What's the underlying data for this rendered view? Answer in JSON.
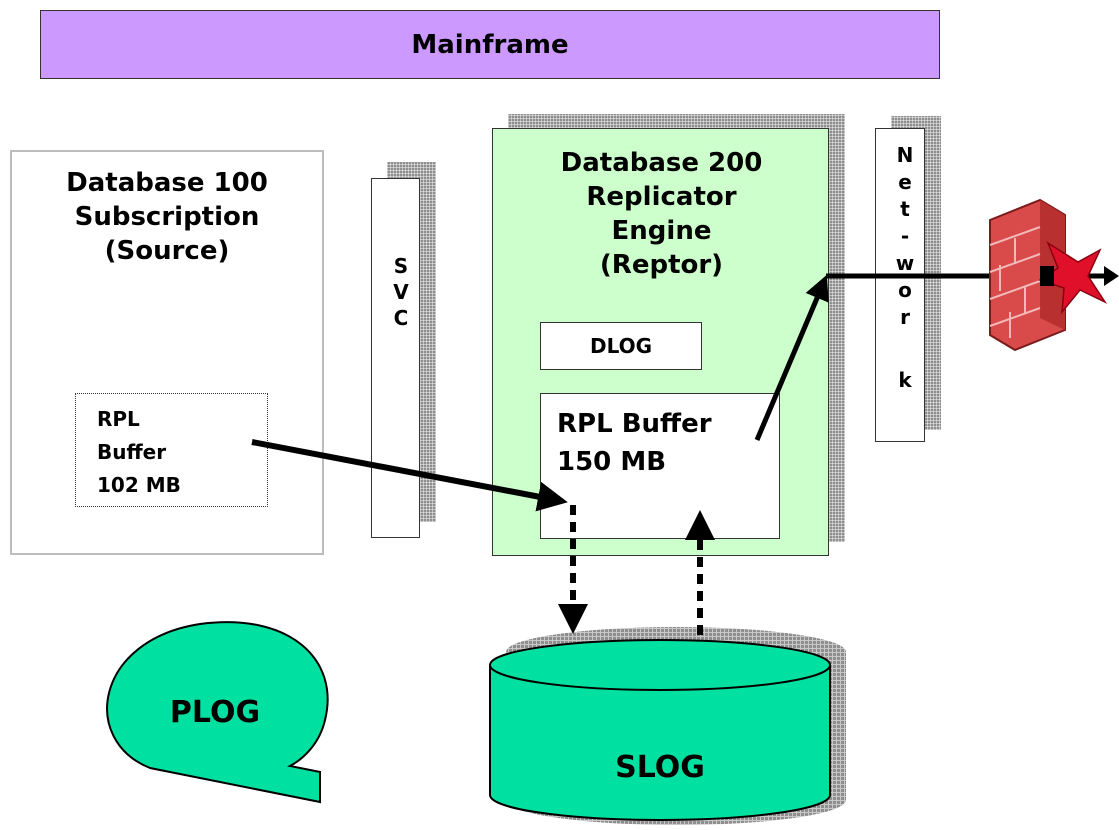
{
  "mainframe": {
    "label": "Mainframe"
  },
  "database_100": {
    "title_lines": [
      "Database 100",
      "Subscription",
      "(Source)"
    ],
    "buffer_lines": [
      "RPL",
      "Buffer",
      "102 MB"
    ]
  },
  "svc": {
    "letters": [
      "S",
      "V",
      "C"
    ]
  },
  "database_200": {
    "title_lines": [
      "Database 200",
      "Replicator",
      "Engine",
      "(Reptor)"
    ],
    "dlog_label": "DLOG",
    "buffer_lines": [
      "RPL Buffer",
      "150 MB"
    ]
  },
  "network": {
    "letters": [
      "N",
      "e",
      "t",
      "-",
      "w",
      "o",
      "r",
      "k"
    ]
  },
  "plog": {
    "label": "PLOG"
  },
  "slog": {
    "label": "SLOG"
  },
  "icons": {
    "firewall": "firewall-icon"
  },
  "colors": {
    "mainframe_fill": "#cc99ff",
    "replicator_fill": "#ccffcc",
    "log_fill": "#00e0a0",
    "firewall_brick": "#d94a4a",
    "firewall_bolt": "#e0102a"
  }
}
